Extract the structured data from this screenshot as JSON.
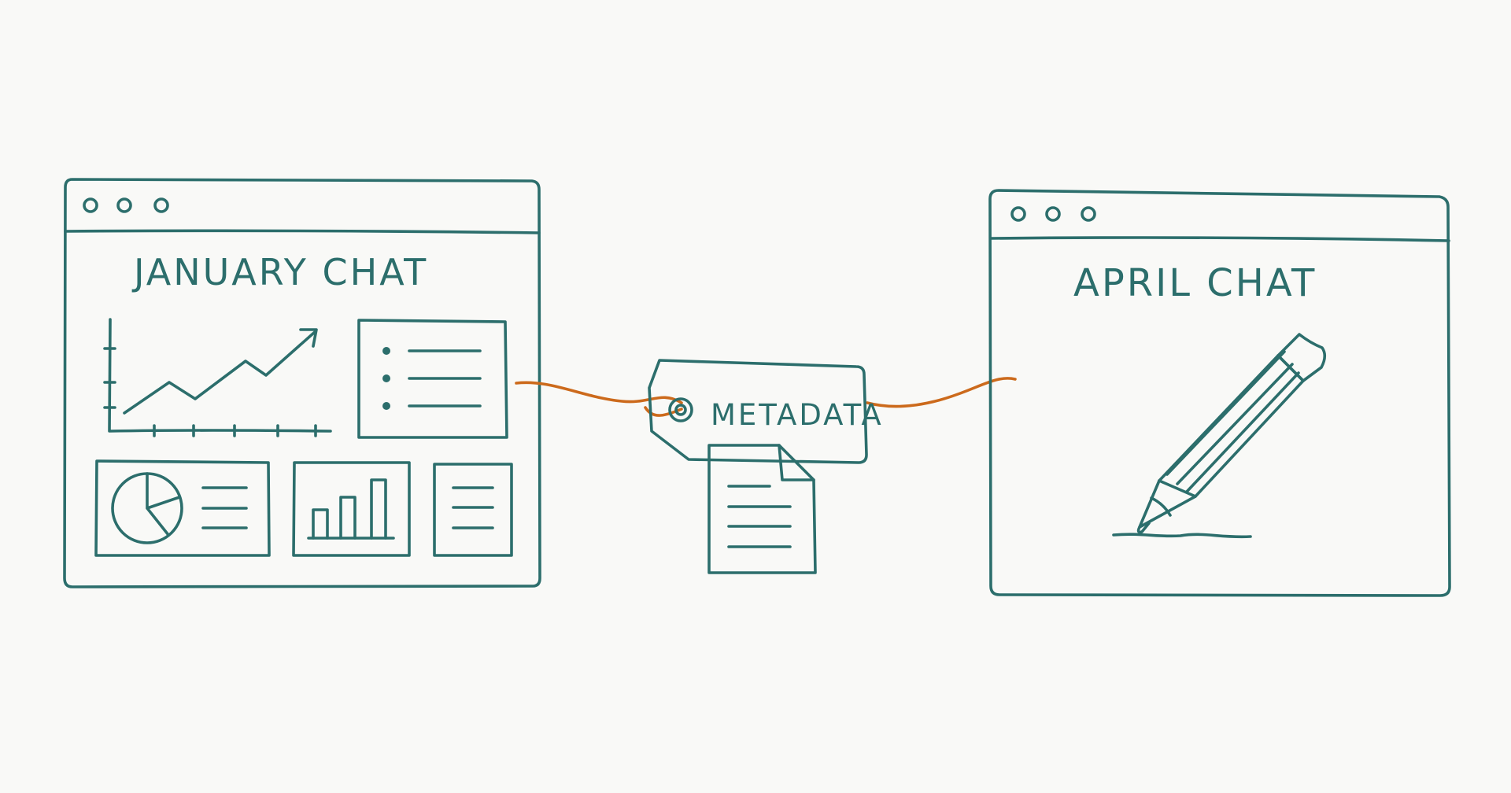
{
  "colors": {
    "ink": "#2c6e6c",
    "string": "#cc6a1c",
    "background": "#f9f9f7"
  },
  "left_window": {
    "title": "JANUARY CHAT",
    "icons": [
      "window-dot-icon",
      "line-chart-icon",
      "bullet-list-icon",
      "pie-chart-icon",
      "bar-chart-icon",
      "text-lines-icon"
    ]
  },
  "tag": {
    "label": "METADATA",
    "icons": [
      "tag-icon",
      "document-icon"
    ]
  },
  "right_window": {
    "title": "APRIL CHAT",
    "icons": [
      "window-dot-icon",
      "pencil-icon"
    ]
  }
}
